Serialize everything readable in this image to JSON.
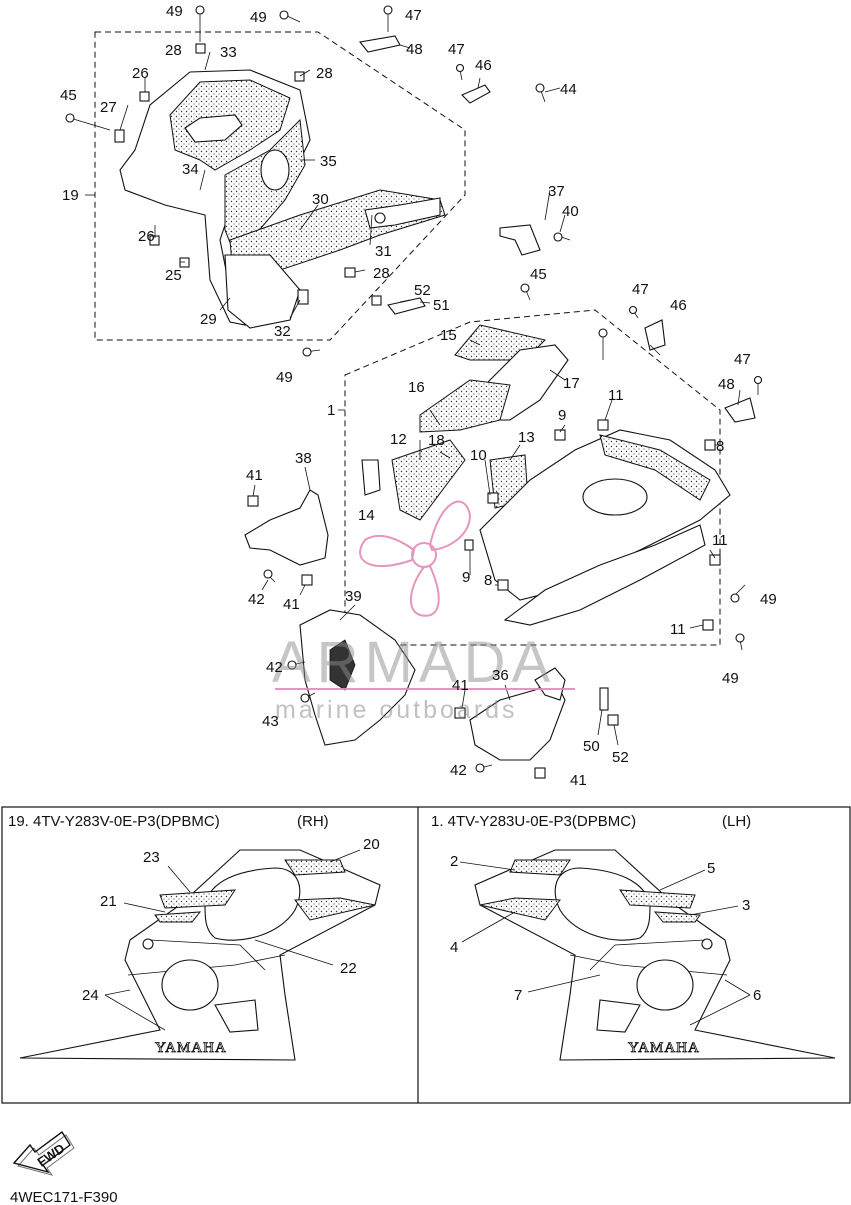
{
  "diagram_code": "4WEC171-F390",
  "fwd_label": "FWD",
  "watermark": {
    "main": "ARMADA",
    "sub": "marine outboards",
    "accent_color": "#e48ab8"
  },
  "panels": {
    "rh": {
      "caption": "19. 4TV-Y283V-0E-P3(DPBMC)",
      "side": "(RH)",
      "brand": "YAMAHA"
    },
    "lh": {
      "caption": "1. 4TV-Y283U-0E-P3(DPBMC)",
      "side": "(LH)",
      "brand": "YAMAHA"
    }
  },
  "callouts": [
    "49",
    "49",
    "47",
    "48",
    "28",
    "33",
    "47",
    "46",
    "26",
    "28",
    "44",
    "45",
    "27",
    "35",
    "34",
    "19",
    "30",
    "37",
    "40",
    "26",
    "31",
    "25",
    "28",
    "45",
    "52",
    "51",
    "29",
    "32",
    "49",
    "46",
    "47",
    "15",
    "17",
    "1",
    "16",
    "47",
    "48",
    "11",
    "9",
    "12",
    "13",
    "18",
    "10",
    "8",
    "41",
    "38",
    "14",
    "9",
    "11",
    "8",
    "49",
    "42",
    "41",
    "39",
    "11",
    "49",
    "42",
    "41",
    "36",
    "43",
    "50",
    "52",
    "42",
    "41",
    "20",
    "23",
    "21",
    "22",
    "24",
    "2",
    "5",
    "3",
    "4",
    "7",
    "6"
  ]
}
